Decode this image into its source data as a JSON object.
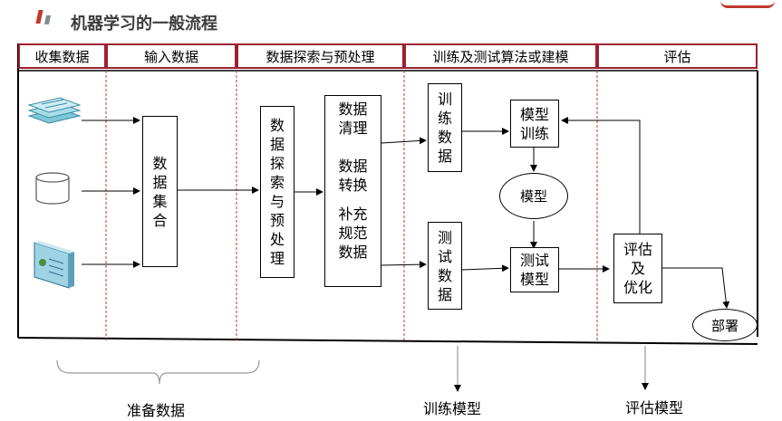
{
  "header": {
    "title": "机器学习的一般流程"
  },
  "stages": [
    "收集数据",
    "输入数据",
    "数据探索与预处理",
    "训练及测试算法或建模",
    "评估"
  ],
  "boxes": {
    "dataset": "数据集合",
    "explore": "数据探索与预处理",
    "clean": [
      "数据",
      "清理"
    ],
    "convert": [
      "数据",
      "转换"
    ],
    "normalize": [
      "补充",
      "规范",
      "数据"
    ],
    "train_data": "训练数据",
    "test_data": "测试数据",
    "model_train": [
      "模型",
      "训练"
    ],
    "model": "模型",
    "model_test": [
      "测试",
      "模型"
    ],
    "evaluate": [
      "评估",
      "及",
      "优化"
    ],
    "deploy": "部署"
  },
  "bottom_labels": {
    "prepare": "准备数据",
    "train_model": "训练模型",
    "eval_model": "评估模型"
  },
  "colors": {
    "stage_border": "#a0202e",
    "divider": "#c0392b",
    "accent": "#c0392b"
  }
}
